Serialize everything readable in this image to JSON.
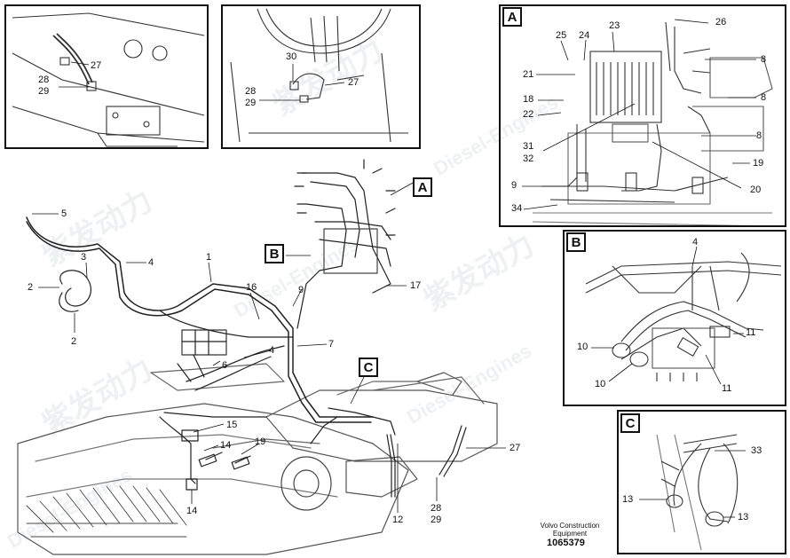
{
  "figure": {
    "caption_line1": "Volvo Construction",
    "caption_line2": "Equipment",
    "doc_number": "1065379"
  },
  "watermark": {
    "cn": "紫发动力",
    "en": "Diesel-Engines"
  },
  "detail_tags": {
    "A": "A",
    "B": "B",
    "C": "C"
  },
  "inset1": {
    "c27": "27",
    "c28": "28",
    "c29": "29"
  },
  "inset2": {
    "c30": "30",
    "c27": "27",
    "c28": "28",
    "c29": "29"
  },
  "insetA": {
    "tag": "A",
    "c25": "25",
    "c24": "24",
    "c23": "23",
    "c26": "26",
    "c21": "21",
    "c18": "18",
    "c22": "22",
    "c31": "31",
    "c32": "32",
    "c9": "9",
    "c34": "34",
    "c8a": "8",
    "c8b": "8",
    "c8c": "8",
    "c19": "19",
    "c20": "20"
  },
  "insetB": {
    "tag": "B",
    "c4": "4",
    "c10a": "10",
    "c10b": "10",
    "c11a": "11",
    "c11b": "11"
  },
  "insetC": {
    "tag": "C",
    "c33": "33",
    "c13a": "13",
    "c13b": "13"
  },
  "main": {
    "c5": "5",
    "c3": "3",
    "c4a": "4",
    "c1": "1",
    "c2a": "2",
    "c2b": "2",
    "c16": "16",
    "c6": "6",
    "c4b": "4",
    "c7": "7",
    "c9": "9",
    "c17": "17",
    "c15": "15",
    "c14a": "14",
    "c19": "19",
    "c14b": "14",
    "c12": "12",
    "c27": "27",
    "c28": "28",
    "c29": "29"
  }
}
